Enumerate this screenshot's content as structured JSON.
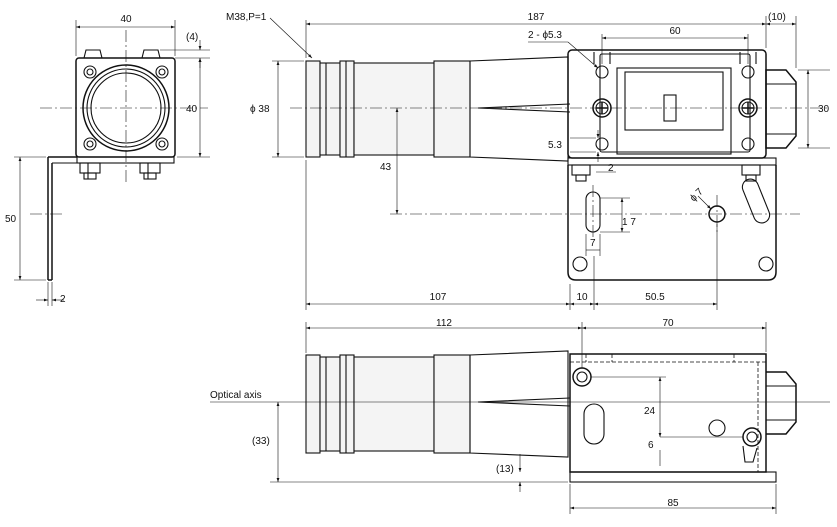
{
  "drawing": {
    "front_view": {
      "width_label": "40",
      "top_offset_label": "(4)",
      "height_label": "40",
      "bracket_height_label": "50",
      "bracket_thickness_label": "2"
    },
    "side_view": {
      "thread_label": "M38,P=1",
      "overall_length_label": "187",
      "end_offset_label": "(10)",
      "hole_label": "2 - ϕ5.3",
      "hole_pitch_label": "60",
      "diameter_label": "ϕ 38",
      "right_height_label": "30",
      "slot_label": "5.3",
      "slot_width_label": "2",
      "axis_depth_label": "43",
      "bracket_slot_label": "1 7",
      "bracket_hole_label": "ϕ 7",
      "slot_offset_label": "7",
      "lens_length_label": "107",
      "flange_label": "10",
      "hole_offset_label": "50.5"
    },
    "top_view": {
      "lens_length_label": "112",
      "body_length_label": "70",
      "optical_axis_label": "Optical axis",
      "height_label": "(33)",
      "gap_label": "(13)",
      "hole_spacing_label": "24",
      "hole_offset_label": "6",
      "bracket_length_label": "85"
    }
  },
  "colors": {
    "line": "#111111",
    "fill": "#f4f4f4",
    "background": "#ffffff"
  }
}
